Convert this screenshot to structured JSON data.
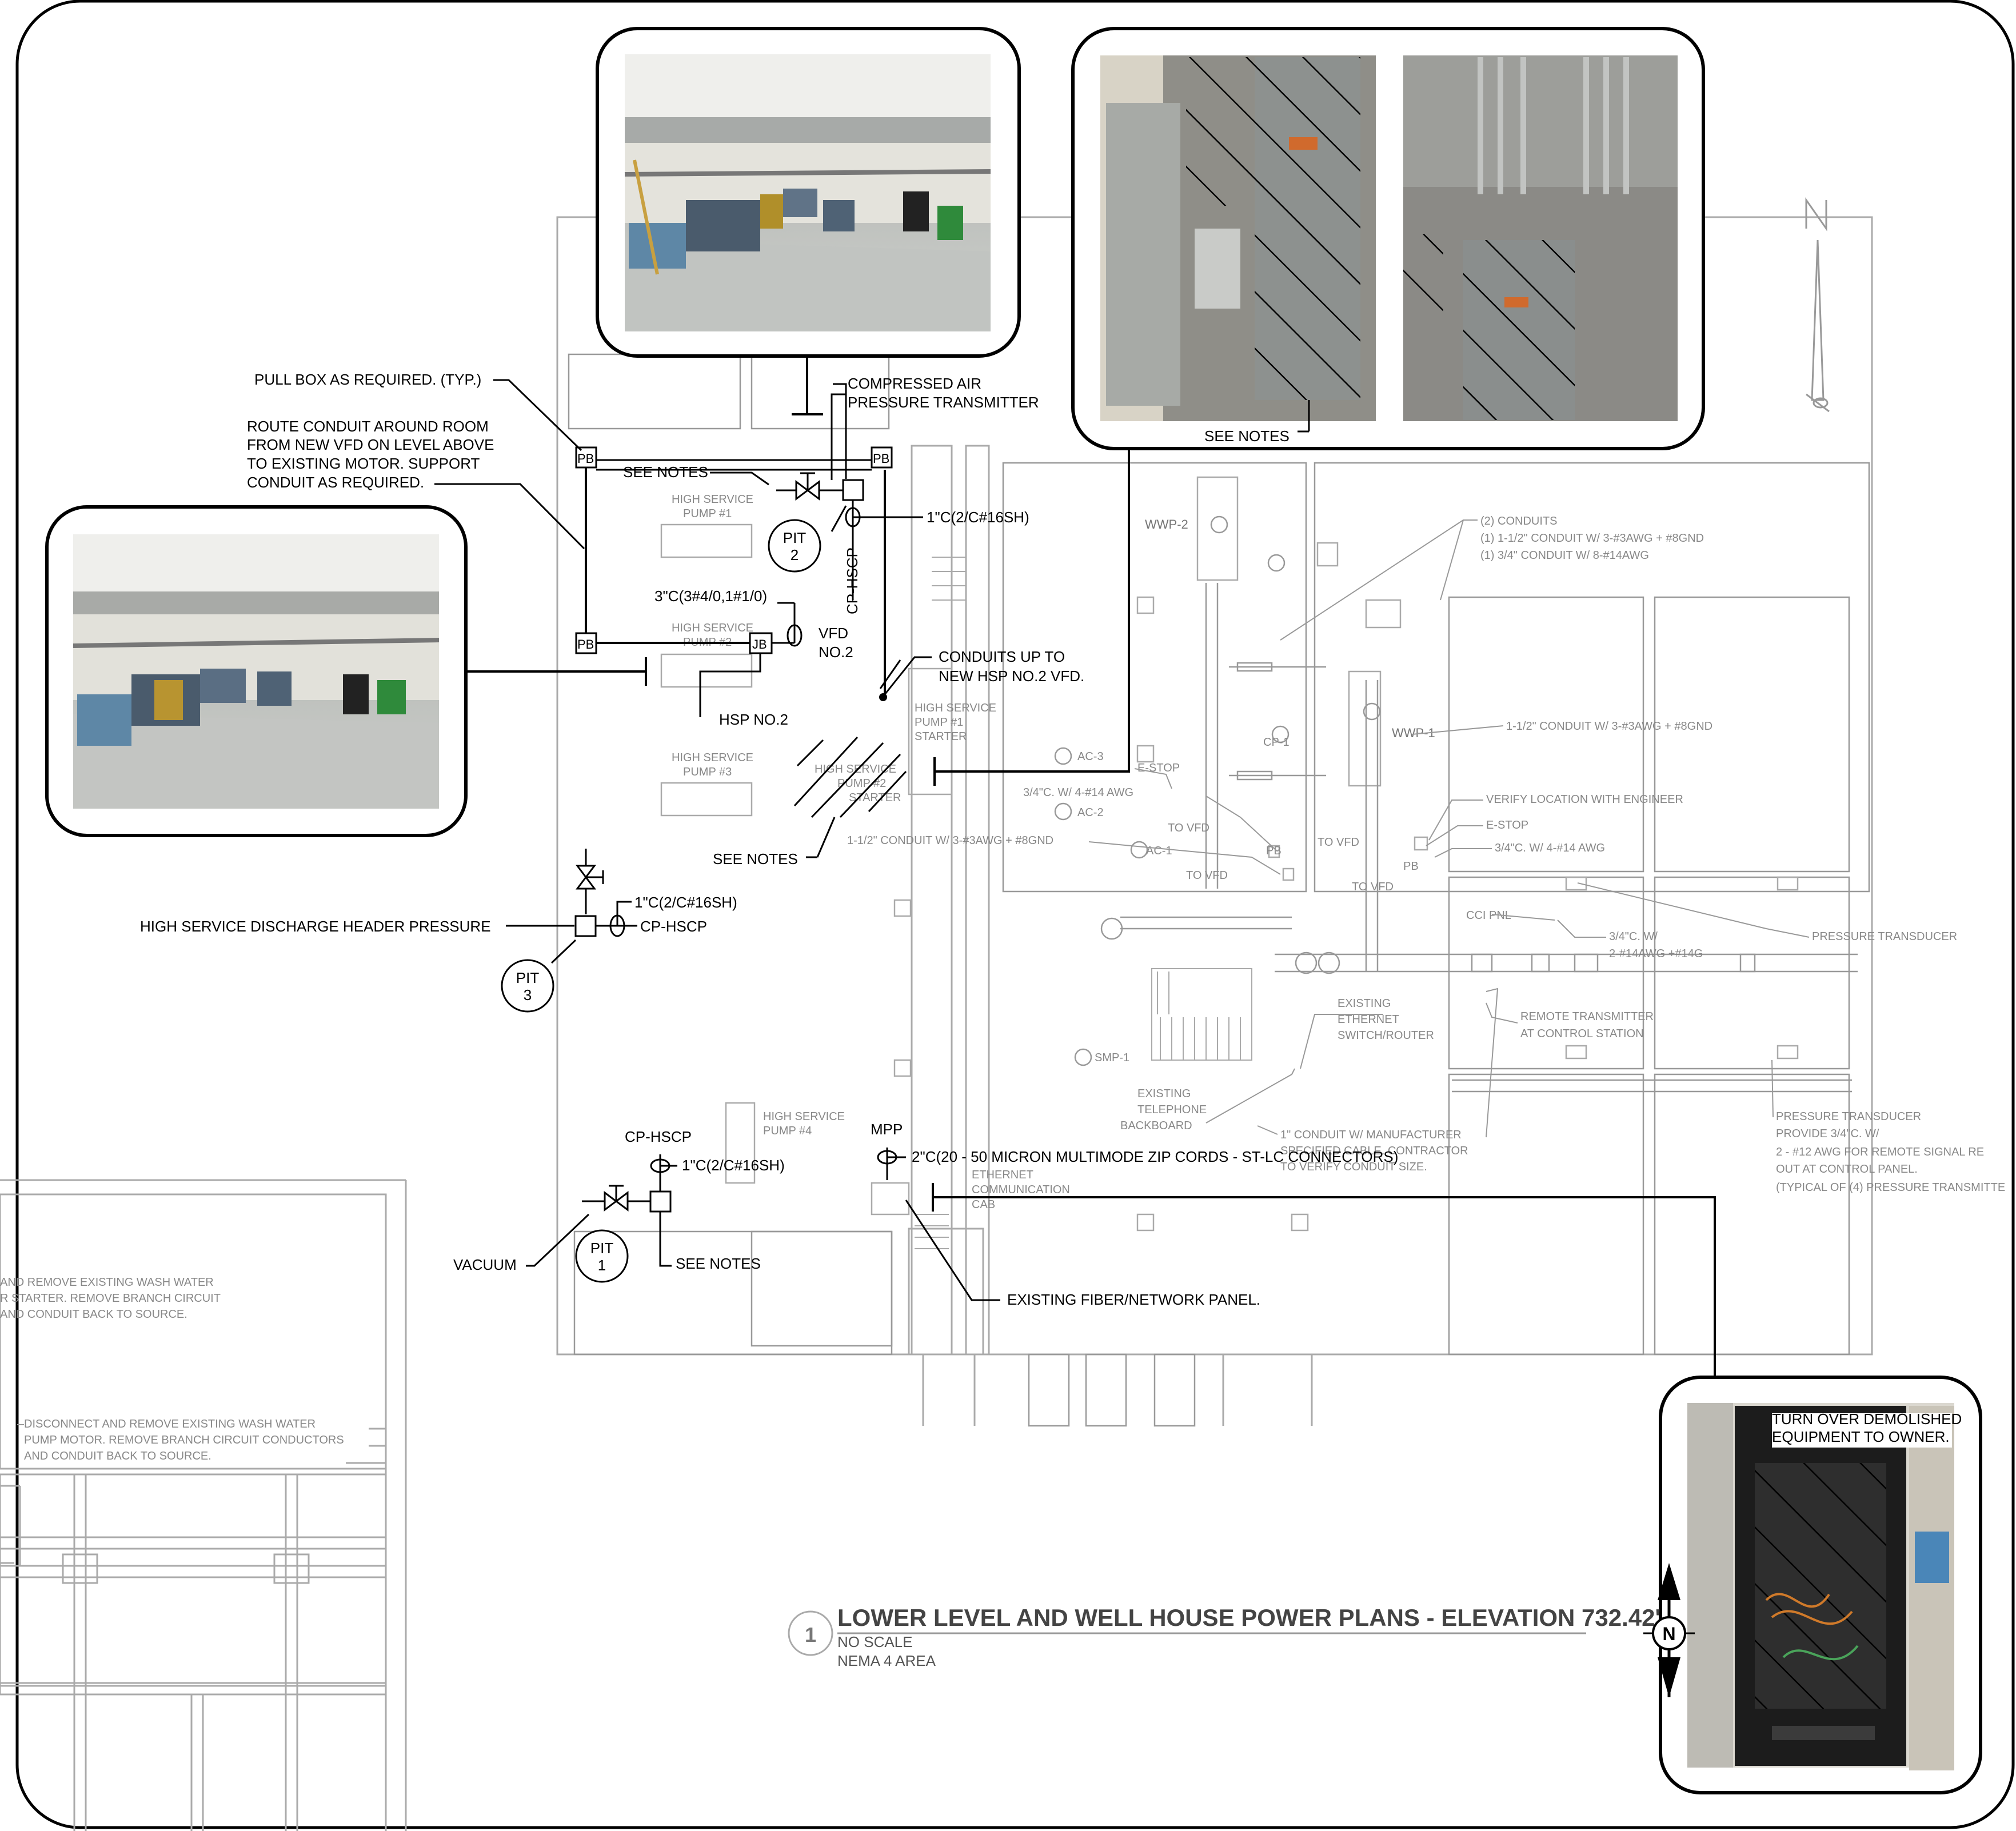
{
  "title": {
    "number": "1",
    "text": "LOWER LEVEL AND WELL HOUSE POWER PLANS - ELEVATION  732.42'",
    "scale": "NO SCALE",
    "area": "NEMA 4 AREA"
  },
  "north_arrow": {
    "letter": "N"
  },
  "callouts": {
    "pull_box": "PULL BOX AS REQUIRED. (TYP.)",
    "route_conduit": [
      "ROUTE CONDUIT AROUND ROOM",
      "FROM NEW VFD ON LEVEL ABOVE",
      "TO EXISTING MOTOR. SUPPORT",
      "CONDUIT AS REQUIRED."
    ],
    "see_notes_top": "SEE NOTES",
    "see_notes_photo": "SEE NOTES",
    "see_notes_mid": "SEE NOTES",
    "see_notes_bottom": "SEE NOTES",
    "compressed_air": [
      "COMPRESSED AIR",
      "PRESSURE TRANSMITTER"
    ],
    "conduit_1in_top": "1\"C(2/C#16SH)",
    "conduit_3in": "3\"C(3#4/0,1#1/0)",
    "vfd_no2": [
      "VFD",
      "NO.2"
    ],
    "cp_hscp_vertical": "CP-HSCP",
    "conduits_up": [
      "CONDUITS UP TO",
      "NEW HSP NO.2 VFD."
    ],
    "hsp_no2": "HSP NO.2",
    "conduit_1in_mid": "1\"C(2/C#16SH)",
    "discharge_header": "HIGH SERVICE DISCHARGE HEADER PRESSURE",
    "cp_hscp_mid": "CP-HSCP",
    "cp_hscp_bottom": "CP-HSCP",
    "conduit_1in_bottom": "1\"C(2/C#16SH)",
    "mpp": "MPP",
    "conduit_2in": "2\"C(20 - 50 MICRON MULTIMODE ZIP CORDS - ST-LC CONNECTORS)",
    "vacuum": "VACUUM",
    "existing_fiber": "EXISTING FIBER/NETWORK PANEL.",
    "turn_over": [
      "TURN OVER DEMOLISHED",
      "EQUIPMENT TO OWNER."
    ],
    "pb": "PB",
    "jb": "JB"
  },
  "instruments": [
    {
      "tag": "PIT",
      "num": "2"
    },
    {
      "tag": "PIT",
      "num": "3"
    },
    {
      "tag": "PIT",
      "num": "1"
    }
  ],
  "background_labels": {
    "wwp2": "WWP-2",
    "wwp1": "WWP-1",
    "conduits2": [
      "(2) CONDUITS",
      "(1) 1-1/2\" CONDUIT W/ 3-#3AWG + #8GND",
      "(1) 3/4\" CONDUIT W/ 8-#14AWG"
    ],
    "conduit_112": "1-1/2\" CONDUIT W/ 3-#3AWG + #8GND",
    "verify": "VERIFY LOCATION WITH ENGINEER",
    "estop_r": "E-STOP",
    "c34_r": "3/4\"C. W/ 4-#14 AWG",
    "estop_l": "E-STOP",
    "c34_l": "3/4\"C. W/ 4-#14 AWG",
    "to_vfd": "TO VFD",
    "c112_l": "1-1/2\" CONDUIT W/ 3-#3AWG + #8GND",
    "cci": "CCI PNL",
    "c34_cci": [
      "3/4\"C. W/",
      "2-#14AWG +#14G"
    ],
    "pressure_transducer": "PRESSURE TRANSDUCER",
    "existing_ethernet": [
      "EXISTING",
      "ETHERNET",
      "SWITCH/ROUTER"
    ],
    "remote_transmitter": [
      "REMOTE TRANSMITTER",
      "AT CONTROL STATION"
    ],
    "existing_telephone": [
      "EXISTING",
      "TELEPHONE",
      "BACKBOARD"
    ],
    "conduit_mfr": [
      "1\" CONDUIT W/ MANUFACTURER",
      "SPECIFIED CABLE. CONTRACTOR",
      "TO VERIFY CONDUIT SIZE."
    ],
    "pt_note": [
      "PRESSURE TRANSDUCER",
      "PROVIDE 3/4\"C. W/",
      "2 - #12 AWG FOR REMOTE SIGNAL RE",
      "OUT AT CONTROL PANEL.",
      "(TYPICAL OF (4) PRESSURE TRANSMITTE"
    ],
    "ethernet_cab": [
      "ETHERNET",
      "COMMUNICATION",
      "CAB"
    ],
    "hsp1": [
      "HIGH SERVICE",
      "PUMP #1"
    ],
    "hsp2": [
      "HIGH SERVICE",
      "PUMP #2"
    ],
    "hsp3": [
      "HIGH SERVICE",
      "PUMP #3"
    ],
    "hsp4": [
      "HIGH SERVICE",
      "PUMP #4"
    ],
    "hsp1_starter": [
      "HIGH SERVICE",
      "PUMP #1",
      "STARTER"
    ],
    "hsp2_starter": [
      "HIGH SERVICE",
      "PUMP #2",
      "STARTER"
    ],
    "ac3": "AC-3",
    "ac2": "AC-2",
    "ac1": "AC-1",
    "cp1": "CP-1",
    "smp": "SMP-1",
    "pb": "PB",
    "left_note1": [
      "AND REMOVE EXISTING WASH WATER",
      "R STARTER. REMOVE BRANCH CIRCUIT",
      "AND CONDUIT BACK TO SOURCE."
    ],
    "left_note2": [
      "DISCONNECT AND REMOVE EXISTING WASH WATER",
      "PUMP MOTOR. REMOVE BRANCH CIRCUIT CONDUCTORS",
      "AND CONDUIT BACK TO SOURCE."
    ]
  }
}
